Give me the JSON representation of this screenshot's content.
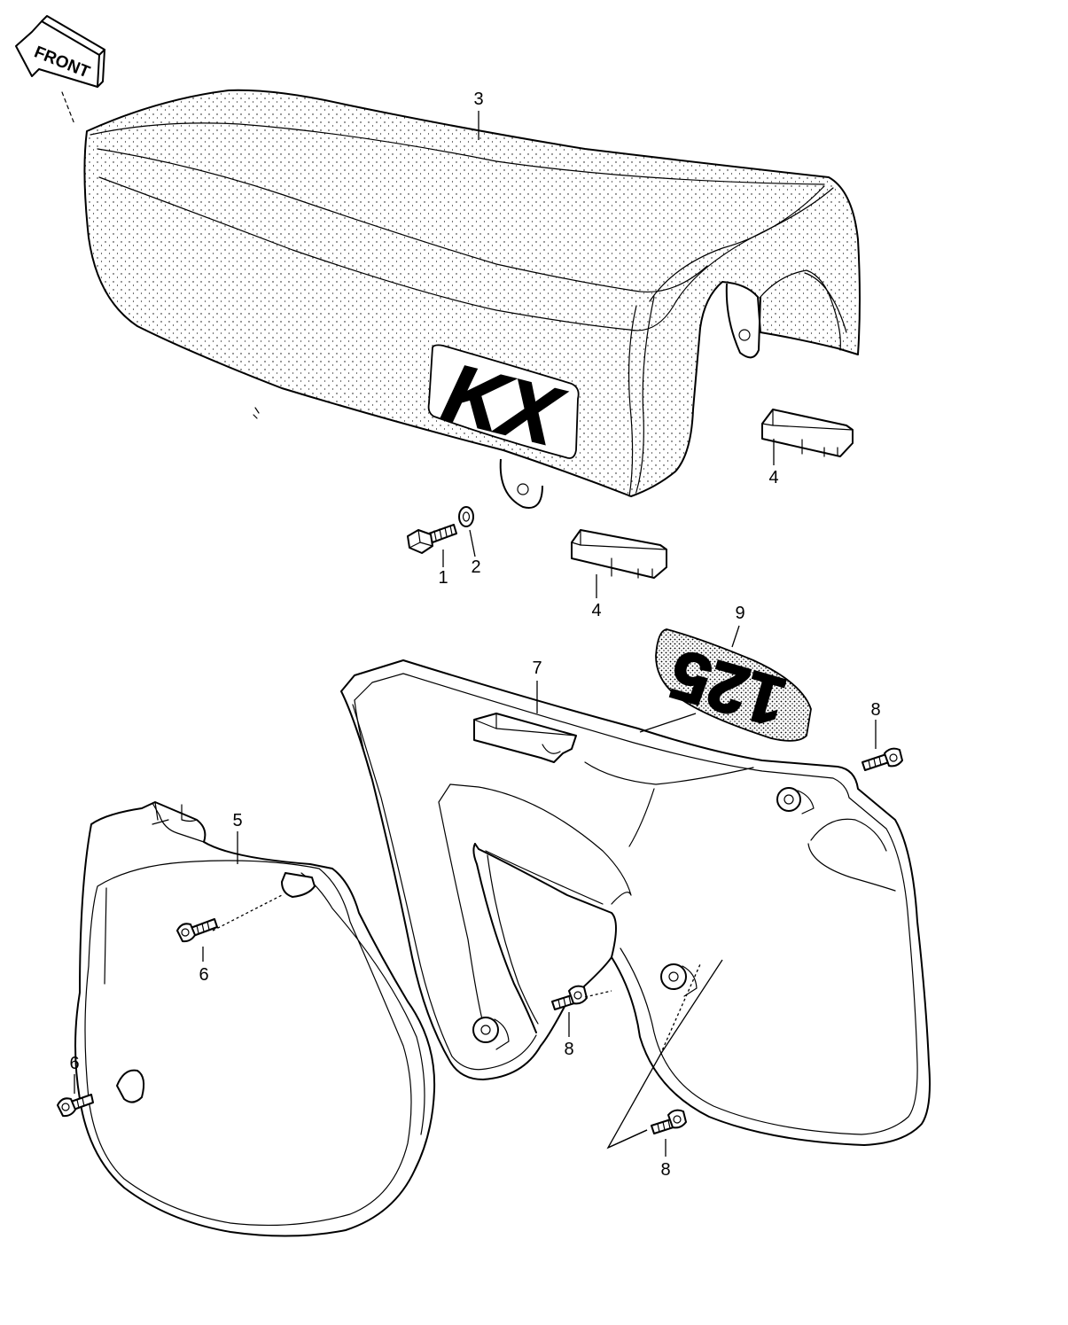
{
  "front_arrow": {
    "label": "FRONT"
  },
  "seat_logo": "KX",
  "emblem_text": "125",
  "callouts": {
    "seat": "3",
    "seat_bolt": "1",
    "seat_washer": "2",
    "seat_bumper_right": "4",
    "seat_bumper_left": "4",
    "emblem": "9",
    "right_side_cover": "7",
    "emblem_screw": "8",
    "right_cover_screw_middle": "8",
    "right_cover_screw_bottom": "8",
    "left_side_cover": "5",
    "left_cover_screw_upper": "6",
    "left_cover_screw_lower": "6"
  },
  "colors": {
    "ink": "#000000",
    "paper": "#ffffff"
  }
}
